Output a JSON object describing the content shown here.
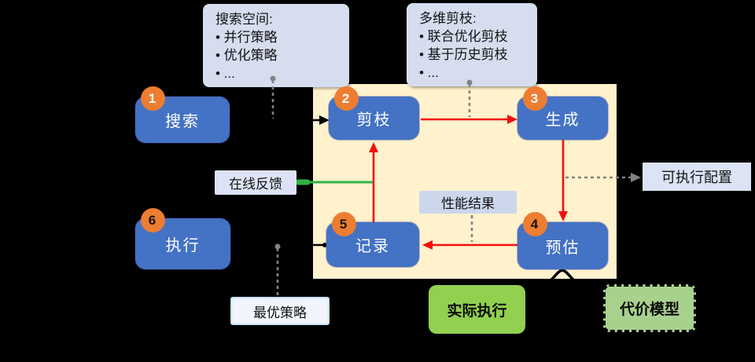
{
  "colors": {
    "node_blue": "#4472c4",
    "badge_orange": "#ed7d31",
    "panel_cream": "#fff2cc",
    "info_blue": "#d5ddef",
    "actual_exec_green": "#92d050",
    "cost_model_green": "#a9d18e",
    "arrow_red": "#f40f0f",
    "feedback_green": "#2eb344",
    "dash_gray": "#828282",
    "badge_num_white": "#ffffff",
    "badge_num_black": "#141414"
  },
  "info_boxes": {
    "search_space": {
      "title": "搜索空间:",
      "items": [
        "• 并行策略",
        "• 优化策略",
        "• ..."
      ]
    },
    "multi_prune": {
      "title": "多维剪枝:",
      "items": [
        "• 联合优化剪枝",
        "• 基于历史剪枝",
        "• ..."
      ]
    }
  },
  "nodes": {
    "search": {
      "num": "1",
      "label": "搜索"
    },
    "prune": {
      "num": "2",
      "label": "剪枝"
    },
    "generate": {
      "num": "3",
      "label": "生成"
    },
    "estimate": {
      "num": "4",
      "label": "预估"
    },
    "record": {
      "num": "5",
      "label": "记录"
    },
    "execute": {
      "num": "6",
      "label": "执行"
    }
  },
  "labels": {
    "online_feedback": "在线反馈",
    "performance_result": "性能结果",
    "executable_config": "可执行配置",
    "optimal_strategy": "最优策略",
    "actual_execution": "实际执行",
    "cost_model": "代价模型"
  }
}
